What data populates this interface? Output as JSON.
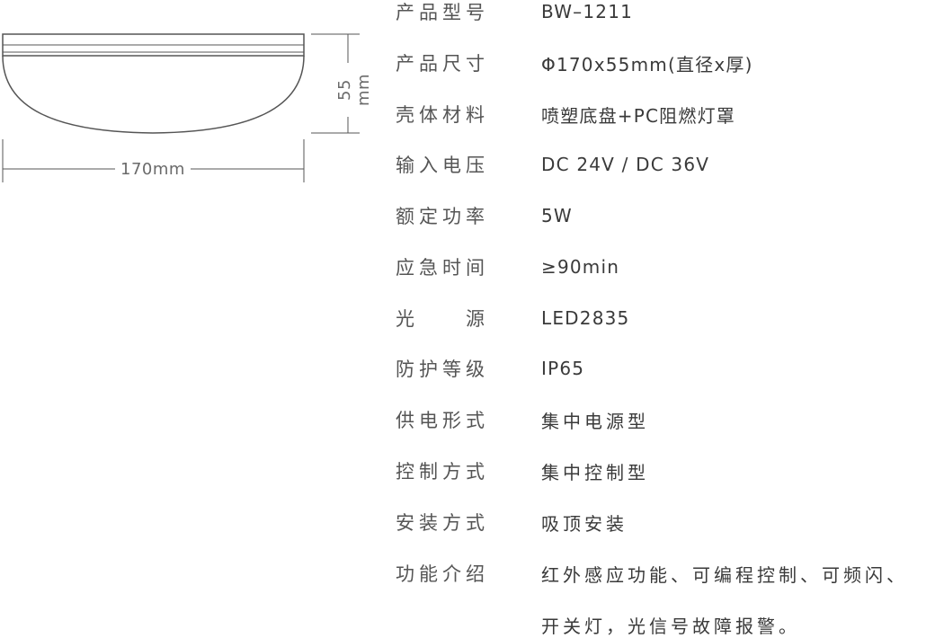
{
  "drawing": {
    "width_label": "170mm",
    "height_label": "55 mm"
  },
  "specs": [
    {
      "label": "产品型号",
      "value": "BW–1211"
    },
    {
      "label": "产品尺寸",
      "value": "Φ170x55mm(直径x厚)"
    },
    {
      "label": "壳体材料",
      "value": "喷塑底盘+PC阻燃灯罩"
    },
    {
      "label": "输入电压",
      "value": "DC 24V / DC 36V"
    },
    {
      "label": "额定功率",
      "value": "5W"
    },
    {
      "label": "应急时间",
      "value": "≥90min"
    },
    {
      "label": "光　　源",
      "value": "LED2835"
    },
    {
      "label": "防护等级",
      "value": "IP65"
    },
    {
      "label": "供电形式",
      "value": "集中电源型"
    },
    {
      "label": "控制方式",
      "value": "集中控制型"
    },
    {
      "label": "安装方式",
      "value": "吸顶安装"
    },
    {
      "label": "功能介绍",
      "value": "红外感应功能、可编程控制、可频闪、"
    }
  ],
  "function_continuation": "开关灯，光信号故障报警。",
  "colors": {
    "line": "#555555",
    "text": "#3a3a3a",
    "label": "#555555"
  }
}
